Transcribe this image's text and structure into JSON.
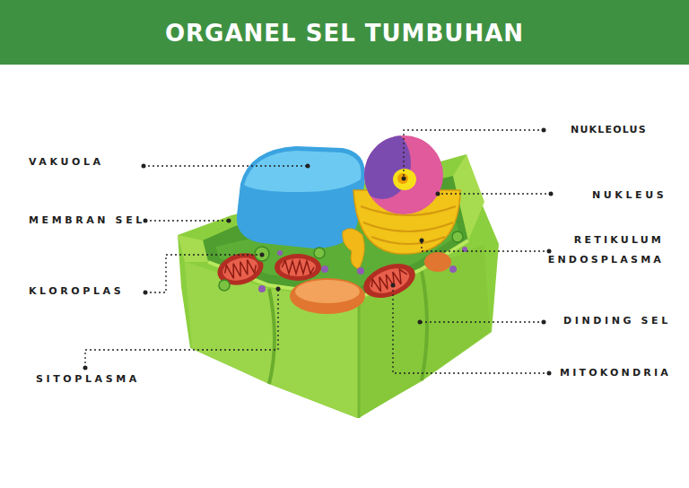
{
  "diagram": {
    "title": "ORGANEL SEL TUMBUHAN",
    "labels": [
      "NUKLEOLUS",
      "VAKUOLA",
      "NUKLEUS",
      "MEMBRAN SEL",
      "RETIKULUM ENDOSPLASMA",
      "KLOROPLAS",
      "DINDING SEL",
      "SITOPLASMA",
      "MITOKONDRIA"
    ]
  }
}
